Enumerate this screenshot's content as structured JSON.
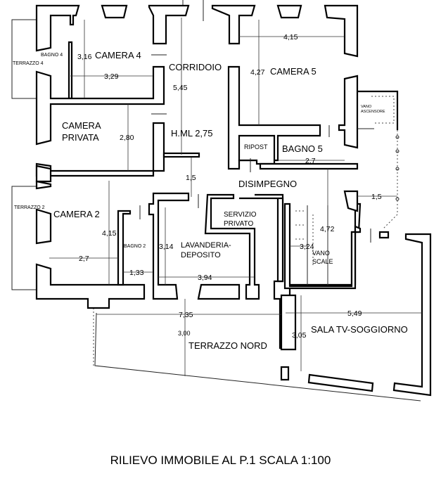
{
  "rooms": {
    "camera4": "CAMERA 4",
    "bagno4": "BAGNO 4",
    "terrazzo4": "TERRAZZO 4",
    "corridoio": "CORRIDOIO",
    "camera5": "CAMERA 5",
    "vano_ascensore_1": "VANO",
    "vano_ascensore_2": "ASCENSORE",
    "camera_privata_1": "CAMERA",
    "camera_privata_2": "PRIVATA",
    "hml": "H.ML 2,75",
    "ripost": "RIPOST",
    "bagno5": "BAGNO 5",
    "disimpegno": "DISIMPEGNO",
    "terrazzo2": "TERRAZZO 2",
    "camera2": "CAMERA 2",
    "bagno2": "BAGNO 2",
    "lavanderia_1": "LAVANDERIA-",
    "lavanderia_2": "DEPOSITO",
    "servizio_1": "SERVIZIO",
    "servizio_2": "PRIVATO",
    "vano_scale_1": "VANO",
    "vano_scale_2": "SCALE",
    "sala_tv": "SALA TV-SOGGIORNO",
    "terrazzo_nord": "TERRAZZO NORD"
  },
  "dimensions": {
    "camera4_h": "3,16",
    "camera4_w": "3,29",
    "corridoio_l": "5,45",
    "camera5_w": "4,15",
    "camera5_h": "4,27",
    "privata_h": "2,80",
    "passage": "1,5",
    "bagno5_w": "2,7",
    "lift_gap": "1,5",
    "camera2_h": "4,15",
    "camera2_w": "2,7",
    "bagno2_w": "1,33",
    "lav_h": "3,14",
    "lav_w": "3,94",
    "scale_h": "4,72",
    "scale_w": "3,24",
    "terrazzo_w": "7,35",
    "terrazzo_h": "3,00",
    "sala_h": "3,05",
    "sala_w": "5,49"
  },
  "title": "RILIEVO IMMOBILE AL P.1 SCALA 1:100"
}
